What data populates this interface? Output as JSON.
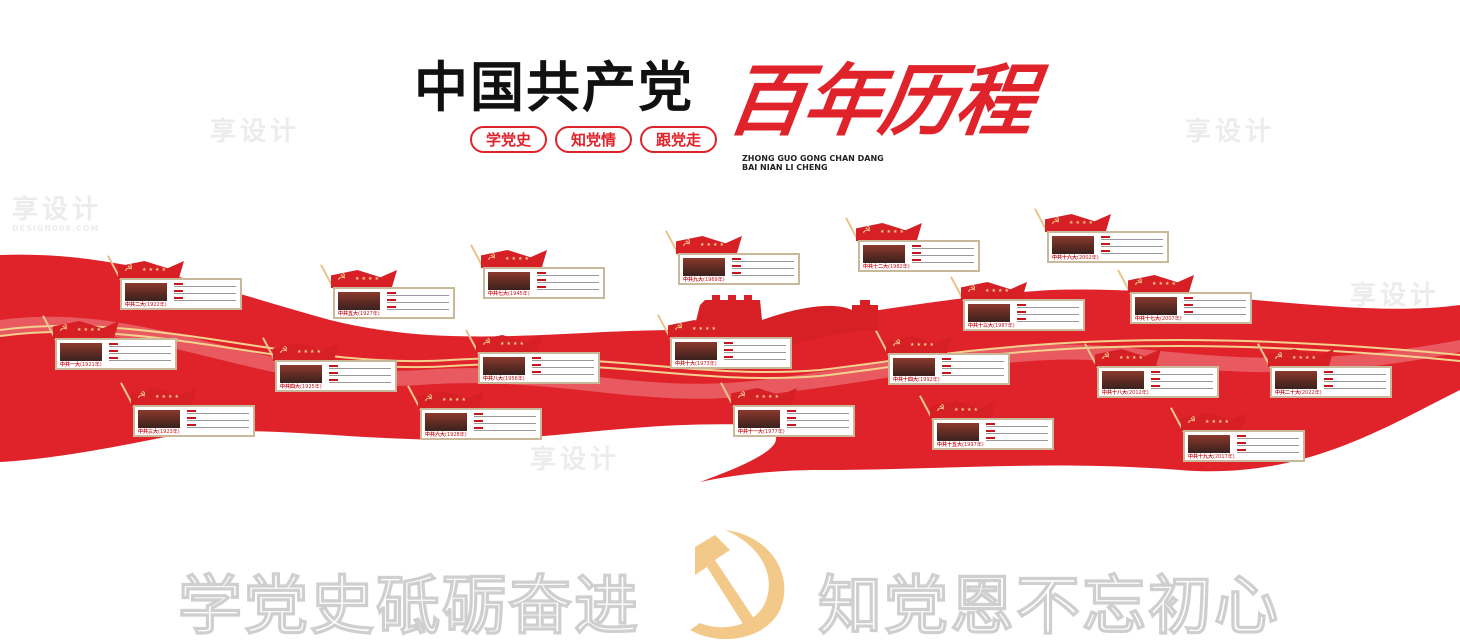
{
  "title": {
    "main": "中国共产党",
    "accent": "百年历程",
    "pinyin_line1": "ZHONG GUO GONG CHAN DANG",
    "pinyin_line2": "BAI NIAN LI CHENG",
    "pills": [
      "学党史",
      "知党情",
      "跟党走"
    ]
  },
  "colors": {
    "red": "#e0232b",
    "gold": "#f3c98a",
    "border": "#c9b99a"
  },
  "cards": [
    {
      "label": "中共一大",
      "year": "(1921年)"
    },
    {
      "label": "中共二大",
      "year": "(1922年)"
    },
    {
      "label": "中共三大",
      "year": "(1923年)"
    },
    {
      "label": "中共四大",
      "year": "(1925年)"
    },
    {
      "label": "中共五大",
      "year": "(1927年)"
    },
    {
      "label": "中共六大",
      "year": "(1928年)"
    },
    {
      "label": "中共七大",
      "year": "(1945年)"
    },
    {
      "label": "中共八大",
      "year": "(1956年)"
    },
    {
      "label": "中共九大",
      "year": "(1969年)"
    },
    {
      "label": "中共十大",
      "year": "(1973年)"
    },
    {
      "label": "中共十一大",
      "year": "(1977年)"
    },
    {
      "label": "中共十二大",
      "year": "(1982年)"
    },
    {
      "label": "中共十三大",
      "year": "(1987年)"
    },
    {
      "label": "中共十四大",
      "year": "(1992年)"
    },
    {
      "label": "中共十五大",
      "year": "(1997年)"
    },
    {
      "label": "中共十六大",
      "year": "(2002年)"
    },
    {
      "label": "中共十七大",
      "year": "(2007年)"
    },
    {
      "label": "中共十八大",
      "year": "(2012年)"
    },
    {
      "label": "中共十九大",
      "year": "(2017年)"
    },
    {
      "label": "中共二十大",
      "year": "(2022年)"
    }
  ],
  "slogans": {
    "left": "学党史砥砺奋进",
    "right": "知党恩不忘初心"
  },
  "watermark": {
    "text": "享设计",
    "url": "DESIGN006.COM"
  },
  "icons": {
    "emblem": "hammer-and-sickle-icon",
    "stars": "star-icon"
  }
}
